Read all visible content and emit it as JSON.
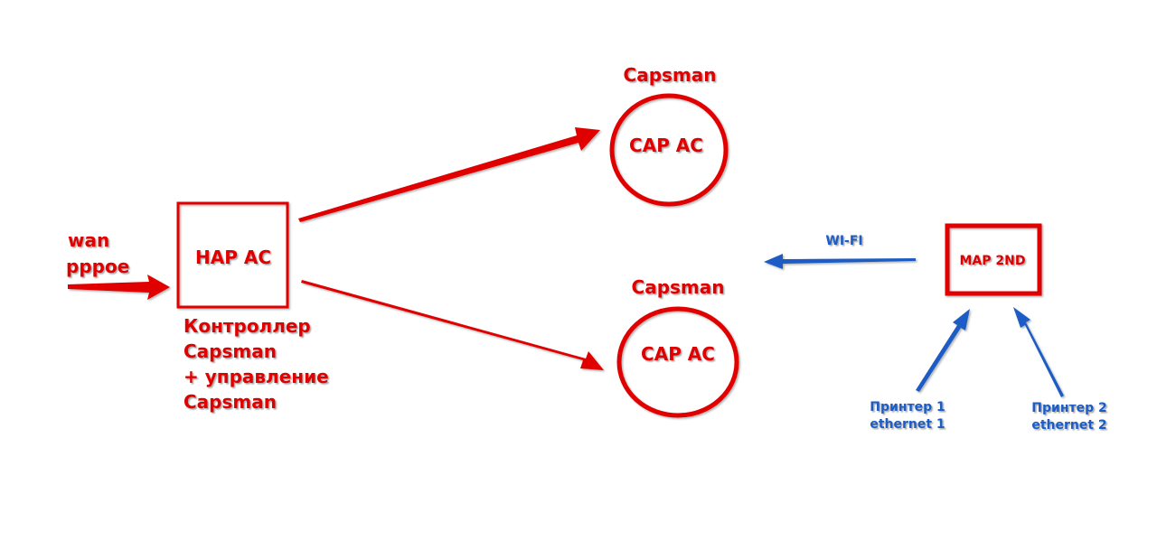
{
  "colors": {
    "red": "#e00000",
    "blue": "#1a5cc4"
  },
  "wan": {
    "line1": "wan",
    "line2": "pppoe"
  },
  "hap": {
    "label": "HAP AC",
    "caption": [
      "Контроллер",
      "Capsman",
      "+ управление",
      "Capsman"
    ]
  },
  "cap_top": {
    "header": "Capsman",
    "label": "CAP AC"
  },
  "cap_bottom": {
    "header": "Capsman",
    "label": "CAP AC"
  },
  "map": {
    "label": "MAP 2ND",
    "wifi_label": "WI-FI"
  },
  "printer1": {
    "line1": "Принтер 1",
    "line2": "ethernet 1"
  },
  "printer2": {
    "line1": "Принтер 2",
    "line2": "ethernet 2"
  }
}
